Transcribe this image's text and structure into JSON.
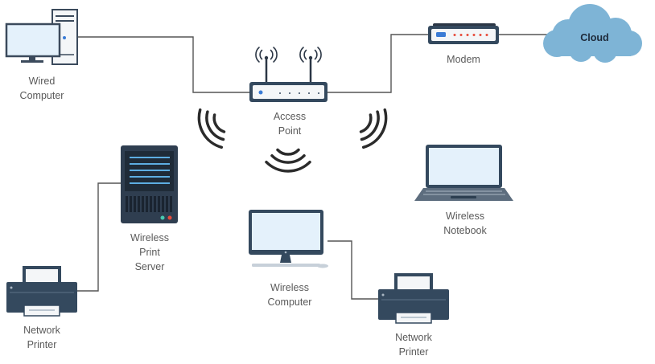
{
  "nodes": {
    "wired_computer": {
      "line1": "Wired",
      "line2": "Computer"
    },
    "access_point": {
      "line1": "Access",
      "line2": "Point"
    },
    "modem": {
      "line1": "Modem"
    },
    "cloud": {
      "line1": "Cloud"
    },
    "wireless_print_server": {
      "line1": "Wireless",
      "line2": "Print",
      "line3": "Server"
    },
    "wireless_notebook": {
      "line1": "Wireless",
      "line2": "Notebook"
    },
    "wireless_computer": {
      "line1": "Wireless",
      "line2": "Computer"
    },
    "network_printer_left": {
      "line1": "Network",
      "line2": "Printer"
    },
    "network_printer_right": {
      "line1": "Network",
      "line2": "Printer"
    }
  },
  "colors": {
    "device_dark": "#34495e",
    "screen_fill": "#e4f1fb",
    "cloud_fill": "#7eb4d6",
    "wire": "#555555",
    "signal": "#2b2b2b",
    "modem_led": "#e74c3c",
    "indicator_blue": "#3a7bd5"
  }
}
